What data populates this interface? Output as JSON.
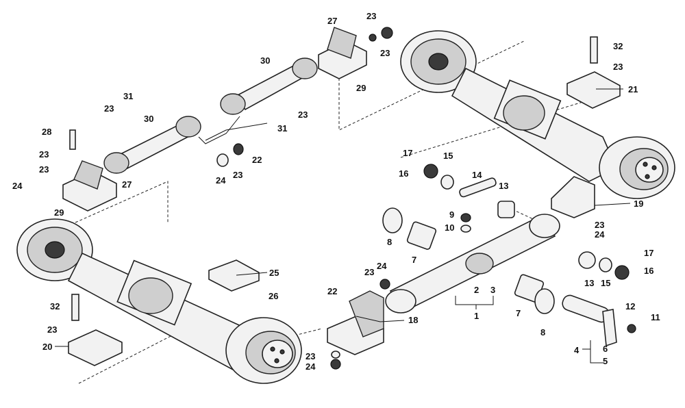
{
  "diagram": {
    "callouts": [
      {
        "key": "c1",
        "text": "1"
      },
      {
        "key": "c2",
        "text": "2"
      },
      {
        "key": "c3",
        "text": "3"
      },
      {
        "key": "c4",
        "text": "4"
      },
      {
        "key": "c5",
        "text": "5"
      },
      {
        "key": "c6",
        "text": "6"
      },
      {
        "key": "c7a",
        "text": "7"
      },
      {
        "key": "c7b",
        "text": "7"
      },
      {
        "key": "c8a",
        "text": "8"
      },
      {
        "key": "c8b",
        "text": "8"
      },
      {
        "key": "c9",
        "text": "9"
      },
      {
        "key": "c10",
        "text": "10"
      },
      {
        "key": "c11",
        "text": "11"
      },
      {
        "key": "c12",
        "text": "12"
      },
      {
        "key": "c13a",
        "text": "13"
      },
      {
        "key": "c13b",
        "text": "13"
      },
      {
        "key": "c14",
        "text": "14"
      },
      {
        "key": "c15a",
        "text": "15"
      },
      {
        "key": "c15b",
        "text": "15"
      },
      {
        "key": "c16a",
        "text": "16"
      },
      {
        "key": "c16b",
        "text": "16"
      },
      {
        "key": "c17a",
        "text": "17"
      },
      {
        "key": "c17b",
        "text": "17"
      },
      {
        "key": "c18",
        "text": "18"
      },
      {
        "key": "c19",
        "text": "19"
      },
      {
        "key": "c20",
        "text": "20"
      },
      {
        "key": "c21",
        "text": "21"
      },
      {
        "key": "c22a",
        "text": "22"
      },
      {
        "key": "c22b",
        "text": "22"
      },
      {
        "key": "c23a",
        "text": "23"
      },
      {
        "key": "c23b",
        "text": "23"
      },
      {
        "key": "c23c",
        "text": "23"
      },
      {
        "key": "c23d",
        "text": "23"
      },
      {
        "key": "c23e",
        "text": "23"
      },
      {
        "key": "c23f",
        "text": "23"
      },
      {
        "key": "c23g",
        "text": "23"
      },
      {
        "key": "c23h",
        "text": "23"
      },
      {
        "key": "c23i",
        "text": "23"
      },
      {
        "key": "c23j",
        "text": "23"
      },
      {
        "key": "c23k",
        "text": "23"
      },
      {
        "key": "c23l",
        "text": "23"
      },
      {
        "key": "c24a",
        "text": "24"
      },
      {
        "key": "c24b",
        "text": "24"
      },
      {
        "key": "c24c",
        "text": "24"
      },
      {
        "key": "c24d",
        "text": "24"
      },
      {
        "key": "c24e",
        "text": "24"
      },
      {
        "key": "c25",
        "text": "25"
      },
      {
        "key": "c26",
        "text": "26"
      },
      {
        "key": "c27a",
        "text": "27"
      },
      {
        "key": "c27b",
        "text": "27"
      },
      {
        "key": "c28",
        "text": "28"
      },
      {
        "key": "c29a",
        "text": "29"
      },
      {
        "key": "c29b",
        "text": "29"
      },
      {
        "key": "c30a",
        "text": "30"
      },
      {
        "key": "c30b",
        "text": "30"
      },
      {
        "key": "c31a",
        "text": "31"
      },
      {
        "key": "c31b",
        "text": "31"
      },
      {
        "key": "c32a",
        "text": "32"
      },
      {
        "key": "c32b",
        "text": "32"
      }
    ]
  }
}
